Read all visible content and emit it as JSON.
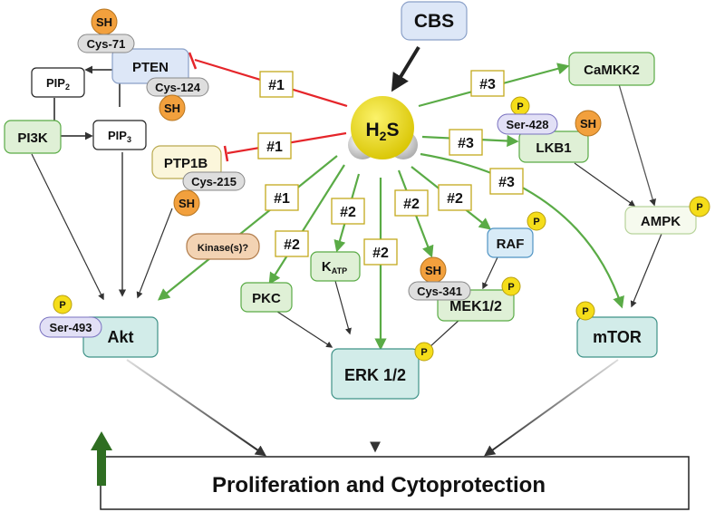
{
  "nodes": {
    "cbs": "CBS",
    "h2s_main": "H",
    "h2s_sub": "2",
    "h2s_tail": "S",
    "pten": "PTEN",
    "pip2_main": "PIP",
    "pip2_sub": "2",
    "pip3_main": "PIP",
    "pip3_sub": "3",
    "pi3k": "PI3K",
    "ptp1b": "PTP1B",
    "camkk2": "CaMKK2",
    "lkb1": "LKB1",
    "ampk": "AMPK",
    "mtor": "mTOR",
    "raf": "RAF",
    "mek": "MEK1/2",
    "erk": "ERK 1/2",
    "akt": "Akt",
    "pkc": "PKC",
    "katp_main": "K",
    "katp_sub": "ATP",
    "kinase": "Kinase(s)?",
    "outcome": "Proliferation and Cytoprotection"
  },
  "residues": {
    "cys71": "Cys-71",
    "cys124": "Cys-124",
    "cys215": "Cys-215",
    "cys341": "Cys-341",
    "ser428": "Ser-428",
    "ser493": "Ser-493"
  },
  "marks": {
    "sh": "SH",
    "p": "P",
    "m1": "#1",
    "m2": "#2",
    "m3": "#3"
  },
  "colors": {
    "inhibit": "#e5252a",
    "activate": "#5aab46",
    "sh_fill": "#f2a03d",
    "p_fill": "#f5dd1a",
    "up_arrow": "#2f6e22"
  }
}
